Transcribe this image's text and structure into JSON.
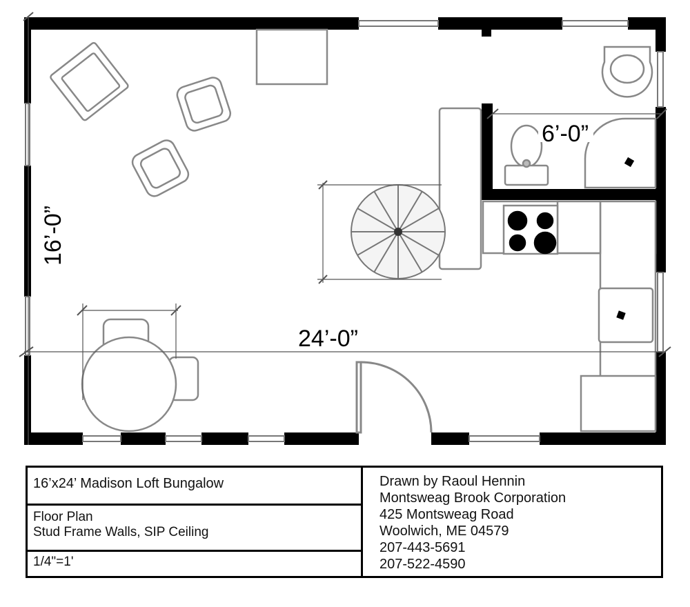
{
  "dimensions": {
    "width_label": "24’-0”",
    "depth_label": "16’-0”",
    "bath_label": "6’-0”"
  },
  "title_block": {
    "project": "16’x24’ Madison Loft Bungalow",
    "drawing_lines": [
      "Floor Plan",
      "Stud Frame Walls, SIP Ceiling"
    ],
    "scale": "1/4\"=1'",
    "drawn_by": "Drawn by Raoul Hennin",
    "company": "Montsweag Brook Corporation",
    "address_1": "425 Montsweag Road",
    "address_2": "Woolwich, ME 04579",
    "phone_1": "207-443-5691",
    "phone_2": "207-522-4590"
  },
  "colors": {
    "wall": "#000000",
    "furniture": "#888888",
    "fixture_fill": "#f4f4f4"
  }
}
